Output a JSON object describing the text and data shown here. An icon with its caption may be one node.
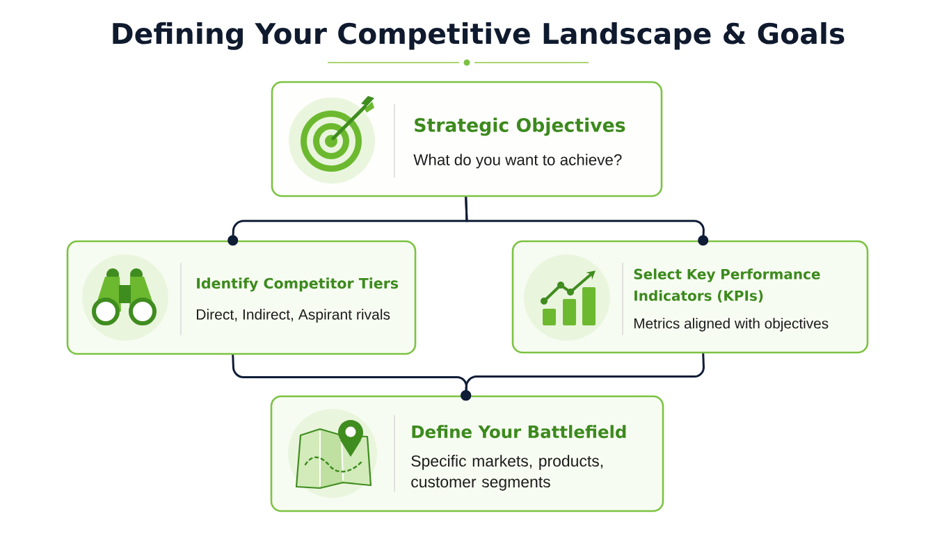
{
  "diagram": {
    "title": "Defining Your Competitive Landscape & Goals",
    "nodes": [
      {
        "text": [
          "Strategic Objectives",
          "What do you want to achieve?"
        ]
      },
      {
        "text": [
          "Identify Competitor Tiers",
          "Direct, Indirect, Aspirant rivals"
        ]
      },
      {
        "text": [
          "Select Key Performance Indicators (KPIs)",
          "Metrics aligned with objectives"
        ]
      },
      {
        "text": [
          "Define Your Battlefield",
          "Specific markets, products, customer segments"
        ]
      }
    ],
    "edges": [
      {
        "from": 0,
        "to": 1,
        "arrow": "other"
      },
      {
        "from": 0,
        "to": 2,
        "arrow": "other"
      },
      {
        "from": 1,
        "to": 3,
        "arrow": "other"
      },
      {
        "from": 2,
        "to": 3,
        "arrow": "other"
      }
    ]
  }
}
